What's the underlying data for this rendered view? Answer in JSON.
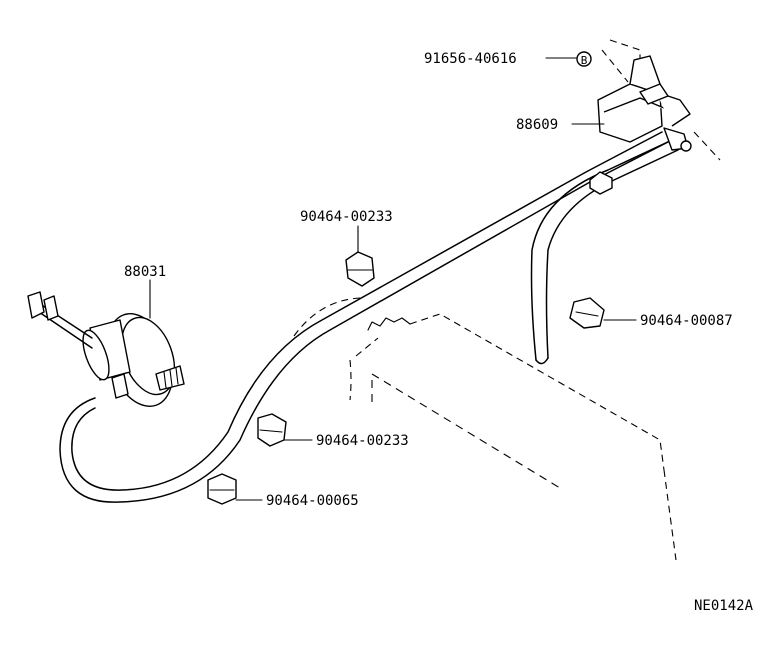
{
  "parts": {
    "bolt": "91656-40616",
    "bolt_symbol": "B",
    "vsv": "88609",
    "clamp_upper": "90464-00233",
    "actuator": "88031",
    "clamp_right": "90464-00087",
    "clamp_lower": "90464-00233",
    "clamp_bottom": "90464-00065"
  },
  "figure_code": "NE0142A"
}
